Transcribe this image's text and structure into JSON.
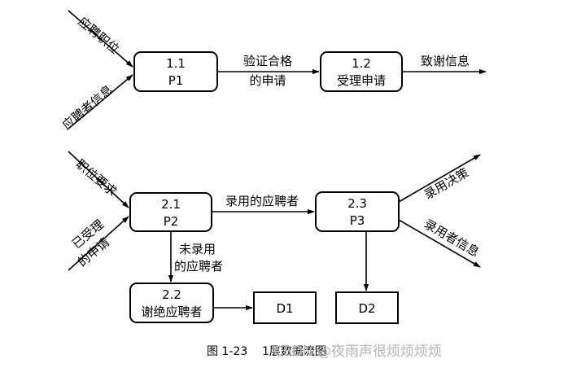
{
  "processes": {
    "p11": {
      "id": "1.1",
      "name": "P1"
    },
    "p12": {
      "id": "1.2",
      "name": "受理申请"
    },
    "p21": {
      "id": "2.1",
      "name": "P2"
    },
    "p22": {
      "id": "2.2",
      "name": "谢绝应聘者"
    },
    "p23": {
      "id": "2.3",
      "name": "P3"
    }
  },
  "stores": {
    "d1": "D1",
    "d2": "D2"
  },
  "flows": {
    "job_position": "应聘职位",
    "applicant_info": "应聘者信息",
    "verified_app_line1": "验证合格",
    "verified_app_line2": "的申请",
    "thanks_info": "致谢信息",
    "job_requirements": "职位要求",
    "accepted_app_line1": "已受理",
    "accepted_app_line2": "的申请",
    "hired_applicant": "录用的应聘者",
    "not_hired_line1": "未录用",
    "not_hired_line2": "的应聘者",
    "hiring_decision": "录用决策",
    "hired_info": "录用者信息"
  },
  "caption": "图 1-23    1层数据流图",
  "watermark": "CSDN @夜雨声很烦烦烦烦"
}
